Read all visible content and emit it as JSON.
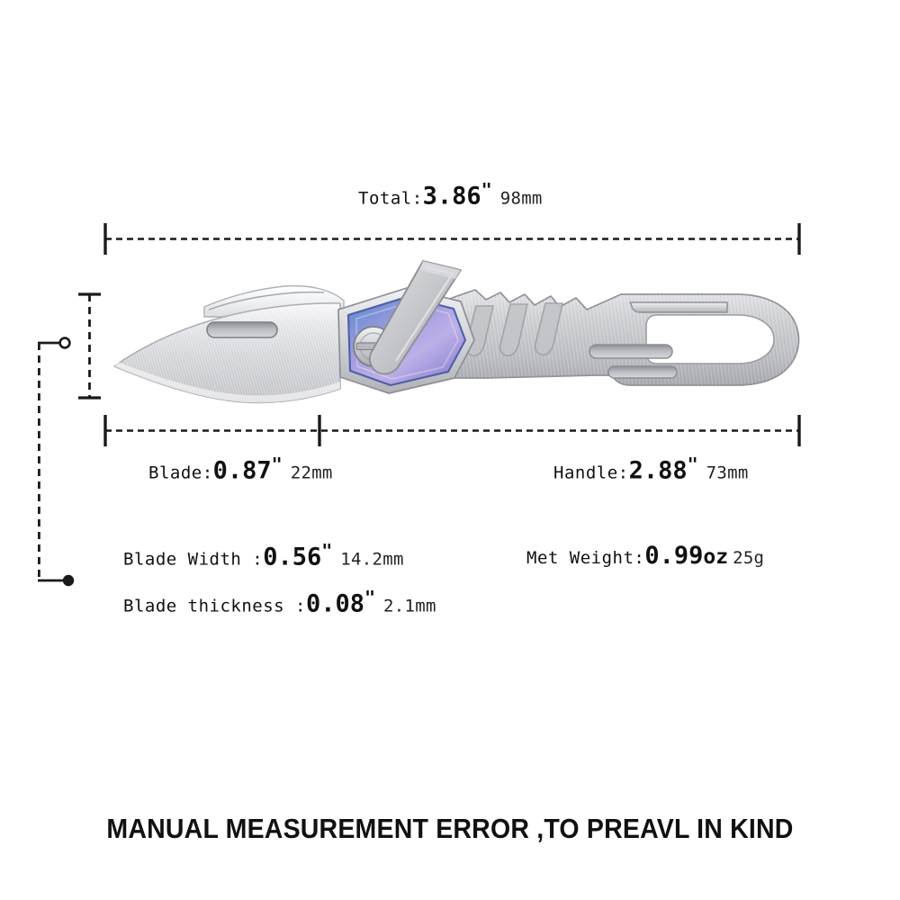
{
  "product": {
    "name": "folding pocket knife with carabiner clip",
    "blade_finish": "brushed stainless steel",
    "scale_finish": "anodized titanium",
    "colors": {
      "blade_steel": "#d9dadd",
      "blade_steel_light": "#f2f3f4",
      "handle_steel": "#c9cacd",
      "handle_steel_dark": "#a8aaae",
      "anodize_blue": "#6d8fd0",
      "anodize_violet": "#a89ad8",
      "anodize_light": "#c0b6e6",
      "clip_gray": "#c8c8cc",
      "line_black": "#1a1a1a",
      "text_black": "#111111"
    }
  },
  "dimensions": {
    "total": {
      "label": "Total:",
      "inches": "3.86",
      "quote": "\"",
      "mm": "98mm"
    },
    "blade": {
      "label": "Blade:",
      "inches": "0.87",
      "quote": "\"",
      "mm": "22mm"
    },
    "handle": {
      "label": "Handle:",
      "inches": "2.88",
      "quote": "\"",
      "mm": "73mm"
    },
    "blade_width": {
      "label": "Blade Width :",
      "inches": "0.56",
      "quote": "\"",
      "mm": "14.2mm"
    },
    "blade_thickness": {
      "label": "Blade thickness :",
      "inches": "0.08",
      "quote": "\"",
      "mm": "2.1mm"
    },
    "net_weight": {
      "label": "Met Weight:",
      "value": "0.99",
      "unit": "oz",
      "grams": "25g"
    }
  },
  "caption": {
    "text": "MANUAL MEASUREMENT ERROR ,TO PREAVL IN KIND"
  }
}
